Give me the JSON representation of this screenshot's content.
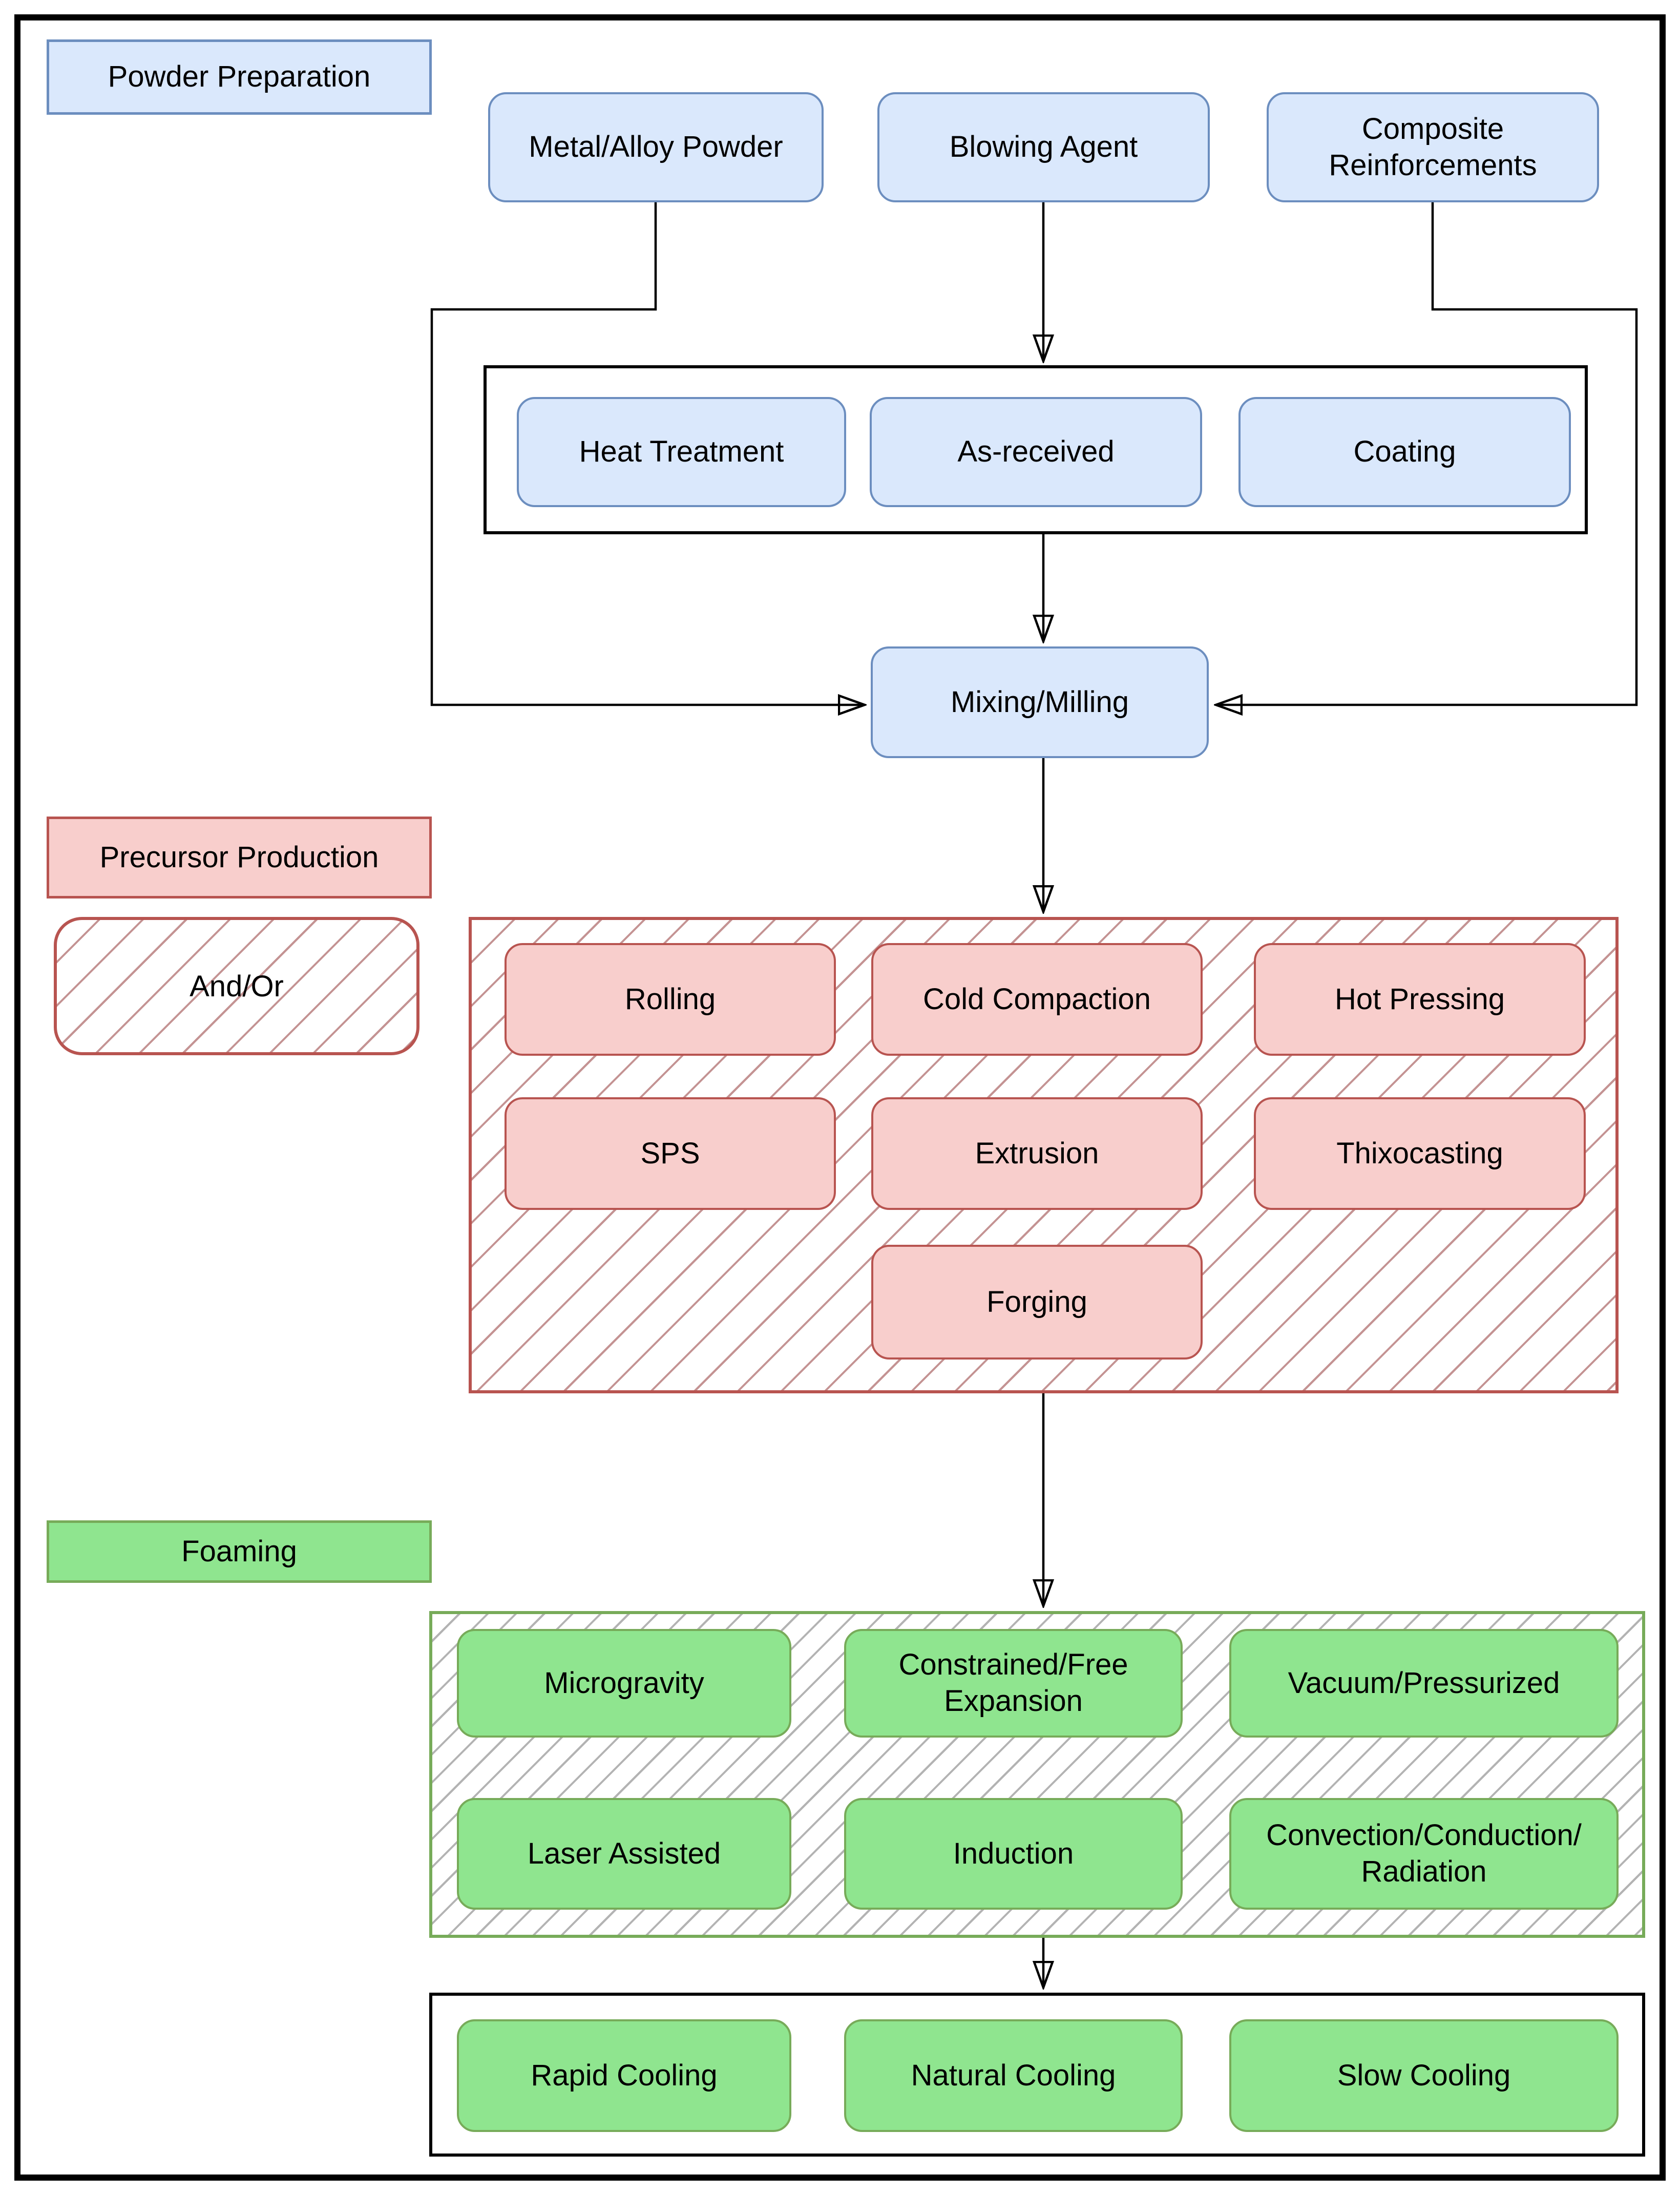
{
  "colors": {
    "blue_fill": "#dae8fc",
    "blue_stroke": "#6c8ebf",
    "red_fill": "#f8cecc",
    "red_stroke": "#b85450",
    "green_fill": "#8fe58f",
    "green_stroke": "#77ab59",
    "hatch_red": "#c49393",
    "hatch_gray": "#b3b3b3",
    "line": "#000000"
  },
  "sections": {
    "powder": {
      "label": "Powder Preparation"
    },
    "precursor": {
      "label": "Precursor Production"
    },
    "foaming": {
      "label": "Foaming"
    }
  },
  "legend": {
    "and_or": {
      "label": "And/Or"
    }
  },
  "nodes": {
    "metal": {
      "label": "Metal/Alloy Powder"
    },
    "blowing": {
      "label": "Blowing Agent"
    },
    "composite": {
      "label": "Composite Reinforcements"
    },
    "heat": {
      "label": "Heat Treatment"
    },
    "asreceived": {
      "label": "As-received"
    },
    "coating": {
      "label": "Coating"
    },
    "mixing": {
      "label": "Mixing/Milling"
    },
    "rolling": {
      "label": "Rolling"
    },
    "coldcompaction": {
      "label": "Cold Compaction"
    },
    "hotpressing": {
      "label": "Hot Pressing"
    },
    "sps": {
      "label": "SPS"
    },
    "extrusion": {
      "label": "Extrusion"
    },
    "thixocasting": {
      "label": "Thixocasting"
    },
    "forging": {
      "label": "Forging"
    },
    "microgravity": {
      "label": "Microgravity"
    },
    "constrained": {
      "label": "Constrained/Free Expansion"
    },
    "vacuum": {
      "label": "Vacuum/Pressurized"
    },
    "laser": {
      "label": "Laser Assisted"
    },
    "induction": {
      "label": "Induction"
    },
    "convection": {
      "label": "Convection/Conduction/ Radiation"
    },
    "rapid": {
      "label": "Rapid Cooling"
    },
    "natural": {
      "label": "Natural Cooling"
    },
    "slow": {
      "label": "Slow Cooling"
    }
  }
}
